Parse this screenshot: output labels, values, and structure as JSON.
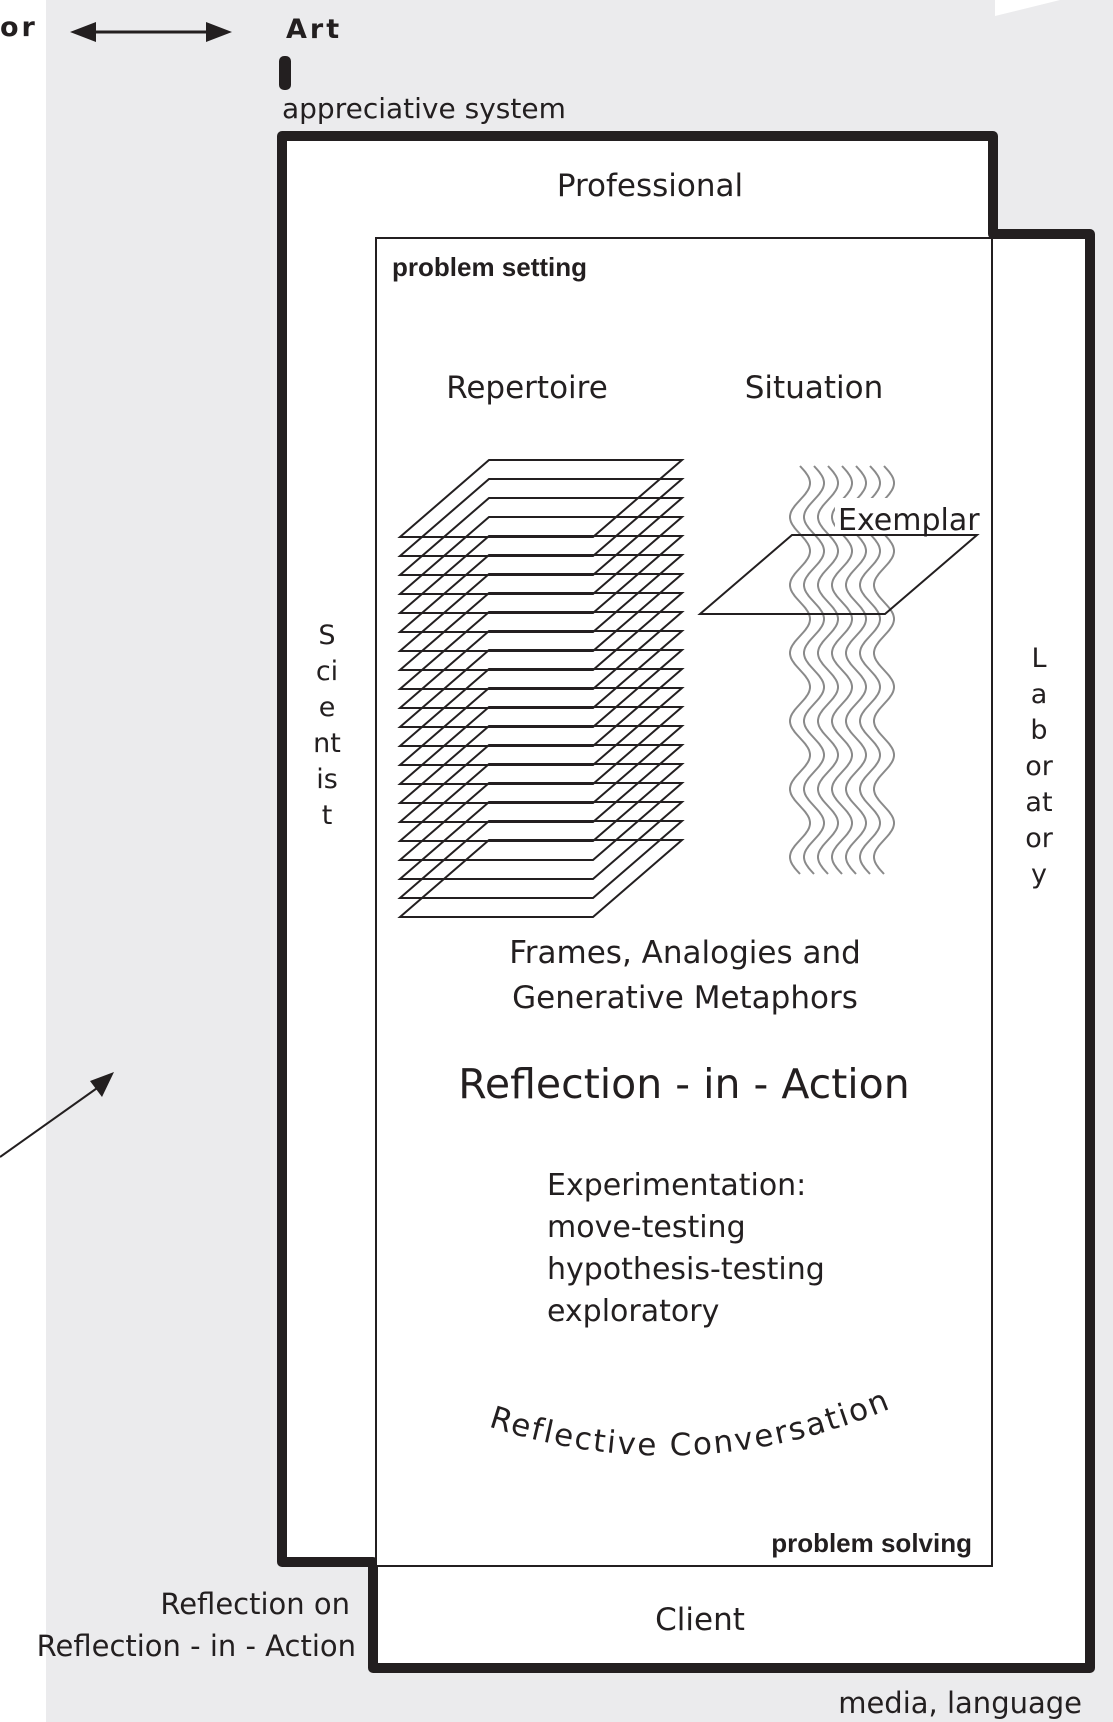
{
  "top": {
    "left_fragment": "or",
    "art": "Art",
    "appreciative_system": "appreciative system"
  },
  "frame": {
    "professional": "Professional",
    "client": "Client",
    "scientist": "Scientist",
    "laboratory": "Laboratory",
    "media_language": "media, language"
  },
  "inner": {
    "problem_setting": "problem setting",
    "problem_solving": "problem solving",
    "repertoire": "Repertoire",
    "situation": "Situation",
    "exemplar": "Exemplar",
    "frames_line1": "Frames, Analogies and",
    "frames_line2": "Generative Metaphors",
    "reflection_in_action": "Reflection - in - Action",
    "experimentation": [
      "Experimentation:",
      "move-testing",
      "hypothesis-testing",
      "exploratory"
    ],
    "reflective_conversation": "Reflective Conversation"
  },
  "outside": {
    "reflection_on_line1": "Reflection on",
    "reflection_on_line2": "Reflection - in - Action"
  }
}
